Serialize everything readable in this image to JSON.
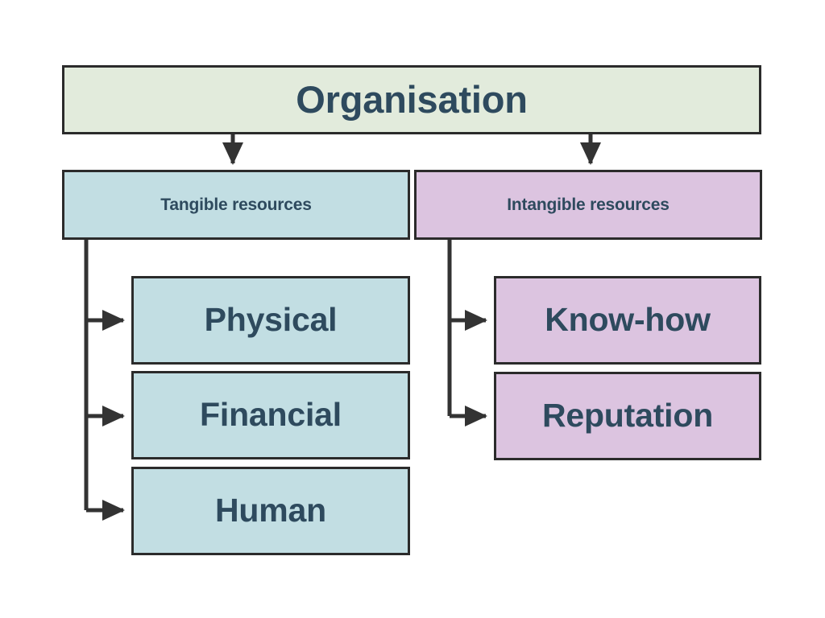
{
  "diagram": {
    "title": "Organisation",
    "root": {
      "id": "organisation",
      "label": "Organisation",
      "fill": "#e2ebdc",
      "border": "#2b2b2b",
      "text_color": "#2e4a5e"
    },
    "branches": [
      {
        "id": "tangible",
        "label": "Tangible resources",
        "fill": "#c2dee3",
        "children": [
          {
            "id": "physical",
            "label": "Physical"
          },
          {
            "id": "financial",
            "label": "Financial"
          },
          {
            "id": "human",
            "label": "Human"
          }
        ]
      },
      {
        "id": "intangible",
        "label": "Intangible resources",
        "fill": "#dcc4e0",
        "children": [
          {
            "id": "knowhow",
            "label": "Know-how"
          },
          {
            "id": "reputation",
            "label": "Reputation"
          }
        ]
      }
    ],
    "connector_color": "#333333",
    "background": "#ffffff"
  }
}
